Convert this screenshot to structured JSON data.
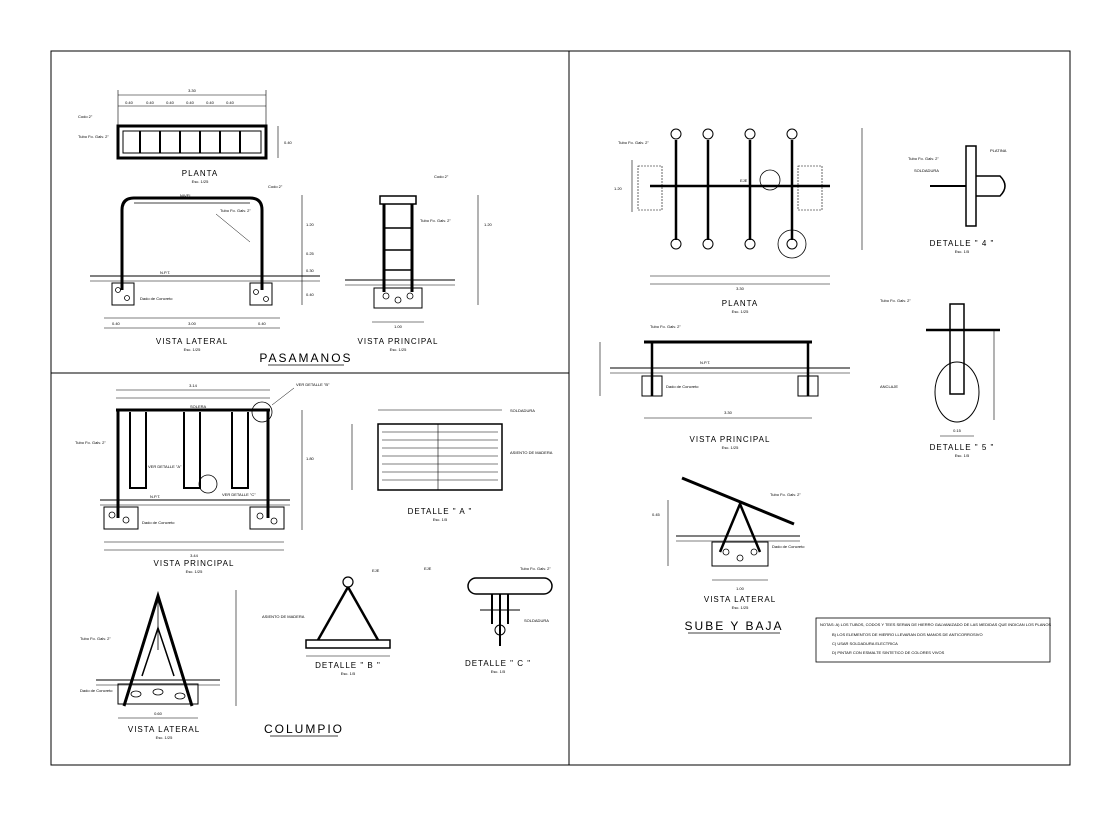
{
  "sections": {
    "pasamanos": "PASAMANOS",
    "columpio": "COLUMPIO",
    "sube_baja": "SUBE  Y  BAJA"
  },
  "views": {
    "pas_planta": "PLANTA",
    "pas_planta_scale": "Esc. 1/25",
    "pas_lateral": "VISTA  LATERAL",
    "pas_lateral_scale": "Esc. 1/25",
    "pas_principal": "VISTA  PRINCIPAL",
    "pas_principal_scale": "Esc. 1/25",
    "col_principal": "VISTA  PRINCIPAL",
    "col_principal_scale": "Esc. 1/25",
    "col_lateral": "VISTA  LATERAL",
    "col_lateral_scale": "Esc. 1/25",
    "col_detA": "DETALLE  \" A \"",
    "col_detA_scale": "Esc. 1/5",
    "col_detB": "DETALLE  \" B \"",
    "col_detB_scale": "Esc. 1/5",
    "col_detC": "DETALLE  \" C \"",
    "col_detC_scale": "Esc. 1/5",
    "sb_planta": "PLANTA",
    "sb_planta_scale": "Esc. 1/25",
    "sb_principal": "VISTA  PRINCIPAL",
    "sb_principal_scale": "Esc. 1/25",
    "sb_lateral": "VISTA  LATERAL",
    "sb_lateral_scale": "Esc. 1/25",
    "sb_det4": "DETALLE  \" 4 \"",
    "sb_det4_scale": "Esc. 1/5",
    "sb_det5": "DETALLE  \" 5 \"",
    "sb_det5_scale": "Esc. 1/5"
  },
  "labels": {
    "npt": "N.P.T.",
    "nivel": "NIVEL",
    "solera": "SOLERA",
    "tubo": "Tubo Fo. Galv. 2\"",
    "codo": "Codo 2\"",
    "dado": "Dado de Concreto",
    "ver_detalle_a": "VER DETALLE \"A\"",
    "ver_detalle_b": "VER DETALLE \"B\"",
    "ver_detalle_c": "VER DETALLE \"C\"",
    "soldadura": "SOLDADURA",
    "asiento": "ASIENTO DE MADERA",
    "platina": "PLATINA",
    "eje": "EJE",
    "anclaje": "ANCLAJE"
  },
  "dims": {
    "pas_total": "3.30",
    "pas_seg": [
      "0.40",
      "0.40",
      "0.40",
      "0.40",
      "0.40",
      "0.40"
    ],
    "pas_h": "0.40",
    "pas_lat_total": "3.00",
    "pas_lat_side": "0.40",
    "pas_v1": "1.20",
    "pas_v2": "0.25",
    "pas_v3": "0.30",
    "pas_v4": "0.40",
    "pas_prin_base": "1.00",
    "col_total": "3.14",
    "col_h": "1.80",
    "col_base": "3.44",
    "col_lat_base": "0.60",
    "sb_total": "3.30",
    "sb_h": "1.20",
    "sb_half": "0.45",
    "sb_det5_w": "0.15",
    "sb_lat_base": "1.00"
  },
  "notes": [
    "NOTAS:  A) LOS TUBOS, CODOS Y TEES SERAN DE HIERRO GALVANIZADO DE LAS MEDIDAS QUE INDICAN LOS PLANOS",
    "B) LOS ELEMENTOS DE HIERRO LLEVARAN DOS MANOS DE ANTICORROSIVO",
    "C) USAR SOLDADURA ELECTRICA",
    "D) PINTAR CON ESMALTE SINTETICO DE COLORES VIVOS"
  ]
}
